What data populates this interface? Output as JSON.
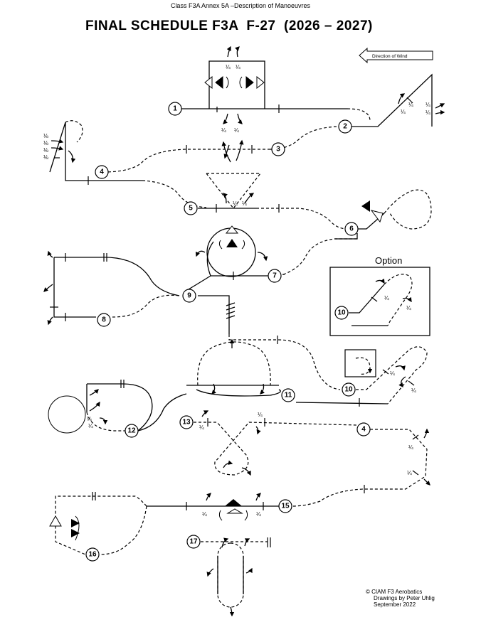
{
  "header": {
    "text": "Class F3A Annex 5A –Description of Manoeuvres"
  },
  "title": "FINAL SCHEDULE F3A  F-27  (2026 – 2027)",
  "wind": {
    "label": "Direction of Wind"
  },
  "option": {
    "label": "Option",
    "manoeuvre": "10"
  },
  "fractions": {
    "quarter": "¼",
    "eighth": "⅛",
    "third": "⅓"
  },
  "manoeuvres": [
    "1",
    "2",
    "3",
    "4",
    "5",
    "6",
    "7",
    "8",
    "9",
    "10",
    "11",
    "12",
    "13",
    "4",
    "15",
    "16",
    "17"
  ],
  "credits": {
    "line1": "©  CIAM F3 Aerobatics",
    "line2": "Drawings  by Peter Uhlig",
    "line3": "September 2022"
  }
}
